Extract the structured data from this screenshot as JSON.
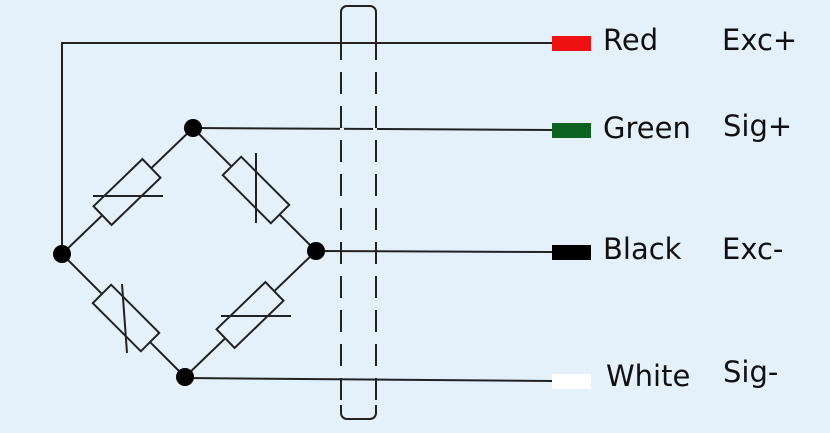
{
  "title": "Load cell Wheatstone bridge wiring",
  "wires": [
    {
      "color_name": "Red",
      "signal": "Exc+",
      "color": "#ee1111"
    },
    {
      "color_name": "Green",
      "signal": "Sig+",
      "color": "#0b6220"
    },
    {
      "color_name": "Black",
      "signal": "Exc-",
      "color": "#000000"
    },
    {
      "color_name": "White",
      "signal": "Sig-",
      "color": "#ffffff"
    }
  ]
}
